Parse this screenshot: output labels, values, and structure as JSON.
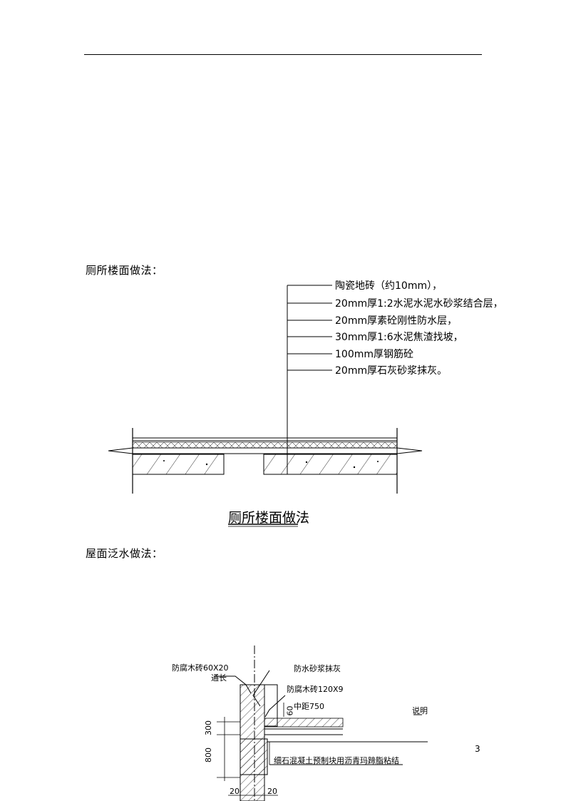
{
  "section1": {
    "title": "厕所楼面做法："
  },
  "floor_detail": {
    "layers": [
      "陶瓷地砖（约10mm），",
      "20mm厚1:2水泥水泥水砂浆结合层，",
      "20mm厚素砼刚性防水层，",
      "30mm厚1:6水泥焦渣找坡，",
      "100mm厚钢筋砼",
      "20mm厚石灰砂浆抹灰。"
    ],
    "caption": "厕所楼面做法"
  },
  "section2": {
    "title": "屋面泛水做法："
  },
  "roof_detail": {
    "labels": {
      "wood_brick": "防腐木砖60X20",
      "full_length": "通长",
      "waterproof_mortar": "防水砂浆抹灰",
      "wood_brick_2": "防腐木砖120X9",
      "spacing": "中距750",
      "dim_60": "60",
      "dim_300": "300",
      "dim_800": "800",
      "concrete_note": "细石混凝土预制块用沥青玛蹄脂粘结",
      "dim_20_left": "20",
      "dim_20_right": "20",
      "cut_text": "说明"
    }
  },
  "page": {
    "number": "3"
  }
}
